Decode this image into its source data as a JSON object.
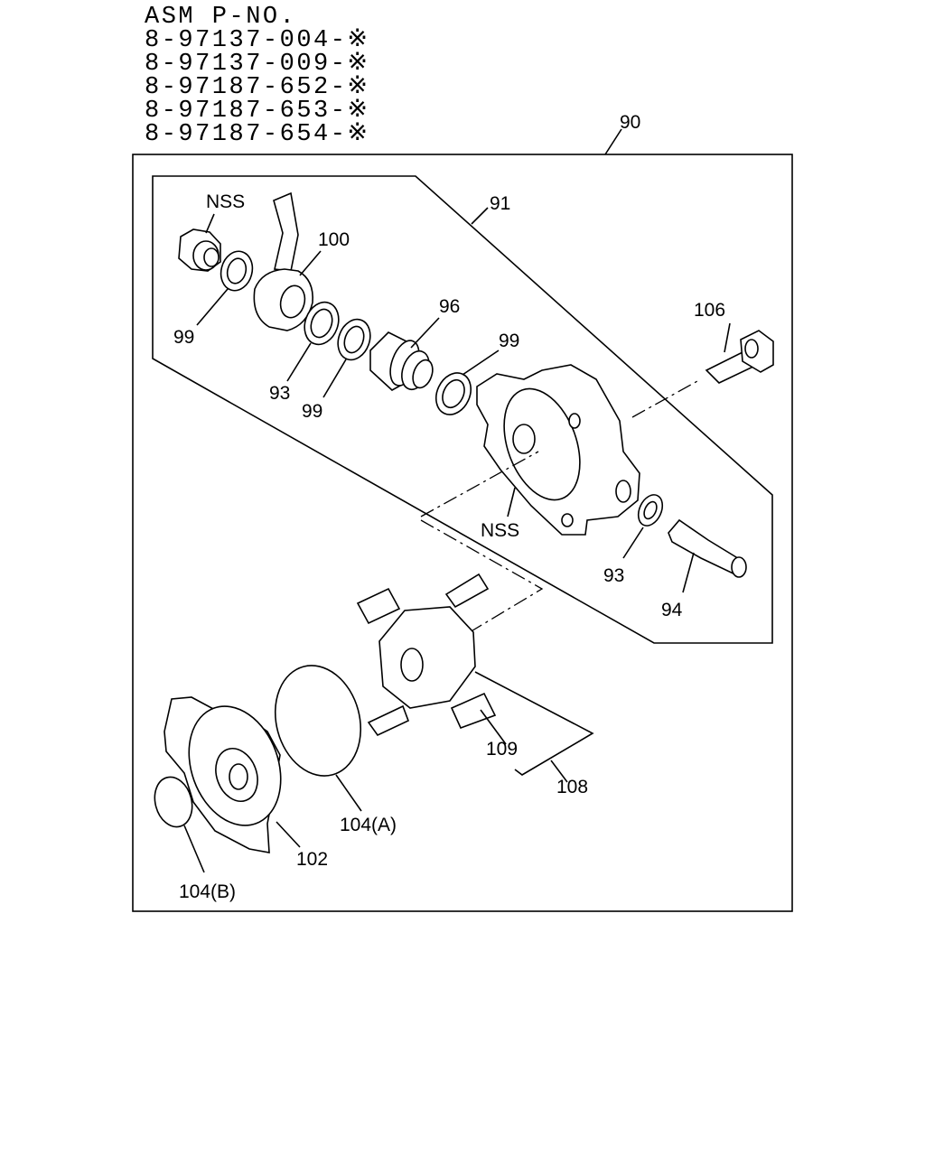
{
  "header": {
    "title": "ASM P-NO.",
    "part_numbers": [
      "8-97137-004-※",
      "8-97137-009-※",
      "8-97187-652-※",
      "8-97187-653-※",
      "8-97187-654-※"
    ]
  },
  "callouts": {
    "c90": "90",
    "c91": "91",
    "nss_top": "NSS",
    "c100": "100",
    "c99_a": "99",
    "c96": "96",
    "c99_b": "99",
    "c106": "106",
    "c93_a": "93",
    "c99_c": "99",
    "nss_mid": "NSS",
    "c93_b": "93",
    "c94": "94",
    "c109": "109",
    "c108": "108",
    "c104a": "104(A)",
    "c102": "102",
    "c104b": "104(B)"
  }
}
